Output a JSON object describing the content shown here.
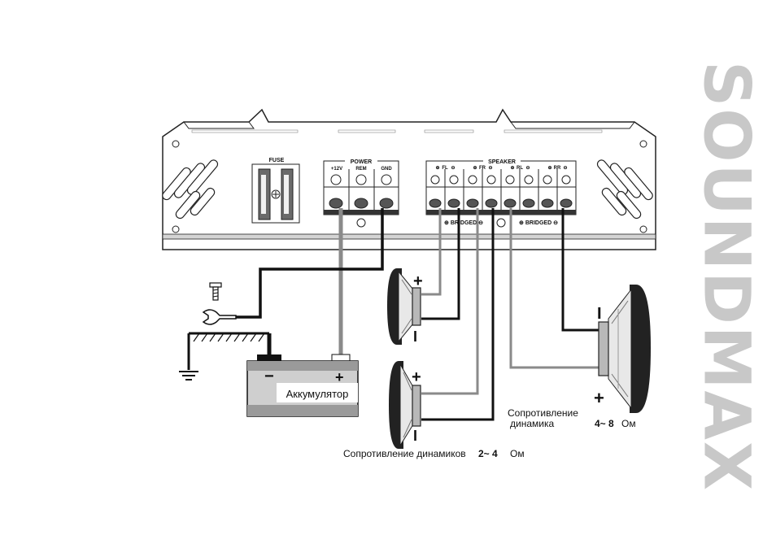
{
  "brand": {
    "text": "SOUNDMAX",
    "color": "#c8c8c8"
  },
  "amplifier": {
    "fuse_label": "FUSE",
    "power": {
      "label": "POWER",
      "terminals": [
        "+12V",
        "REM",
        "GND"
      ]
    },
    "speaker": {
      "label": "SPEAKER",
      "channels": [
        {
          "plus": "⊕",
          "name": "FL",
          "minus": "⊖"
        },
        {
          "plus": "⊕",
          "name": "FR",
          "minus": "⊖"
        },
        {
          "plus": "⊕",
          "name": "RL",
          "minus": "⊖"
        },
        {
          "plus": "⊕",
          "name": "RR",
          "minus": "⊖"
        }
      ],
      "bridged_left": "⊕ BRIDGED ⊖",
      "bridged_right": "⊕ BRIDGED ⊖"
    }
  },
  "battery": {
    "label": "Аккумулятор",
    "minus": "−",
    "plus": "+"
  },
  "speakers": {
    "top_plus": "+",
    "top_minus": "I",
    "mid_plus": "+",
    "mid_minus": "I",
    "right_plus": "+",
    "right_minus": "I"
  },
  "notes": {
    "bottom_text": "Сопротивление динамиков",
    "bottom_value": "2~ 4",
    "bottom_unit": "Ом",
    "right_line1": "Сопротивление",
    "right_line2": "динамика",
    "right_value": "4~ 8",
    "right_unit": "Ом"
  },
  "colors": {
    "wire_black": "#111111",
    "wire_gray": "#8a8a8a",
    "shadow": "#bdbdbd"
  }
}
